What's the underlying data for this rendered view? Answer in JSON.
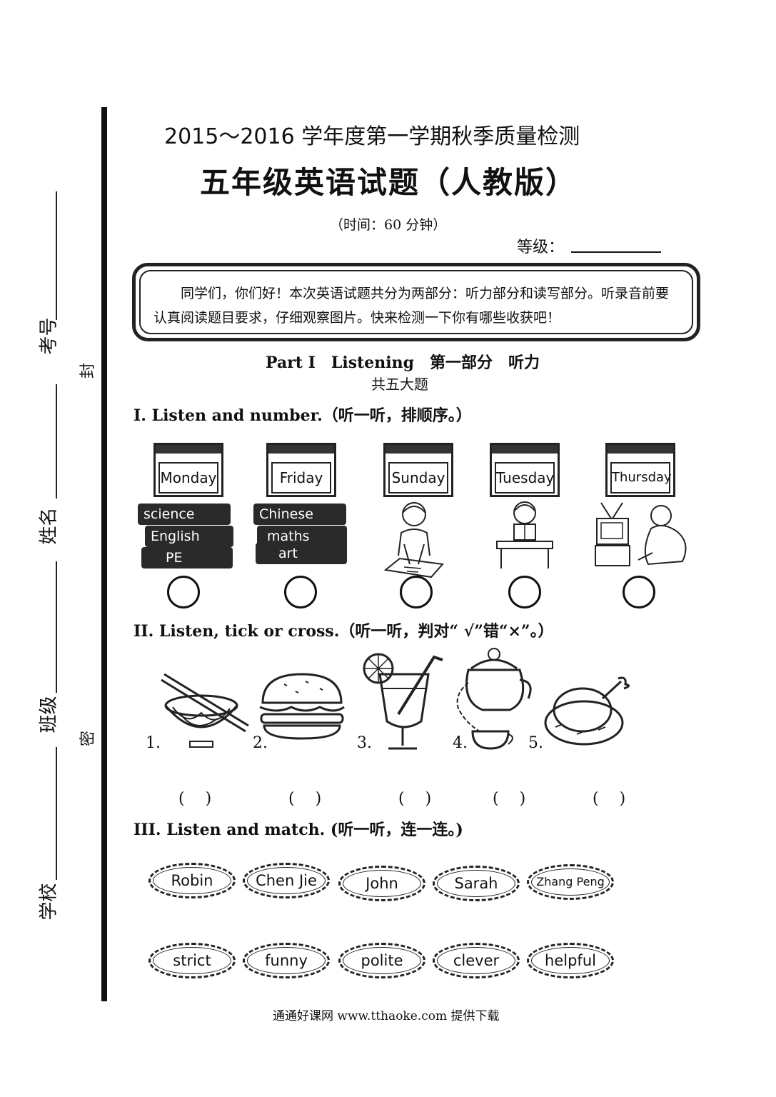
{
  "margin_labels": {
    "exam_no": "考号",
    "name": "姓名",
    "class": "班级",
    "school": "学校",
    "seal": "封",
    "secret": "密"
  },
  "header": {
    "title_line1": "2015～2016 学年度第一学期秋季质量检测",
    "title_line2": "五年级英语试题（人教版）",
    "time": "（时间：60 分钟）",
    "grade_label": "等级："
  },
  "notice": "同学们，你们好！本次英语试题共分为两部分：听力部分和读写部分。听录音前要认真阅读题目要求，仔细观察图片。快来检测一下你有哪些收获吧！",
  "part": {
    "title": "Part I　Listening　第一部分　听力",
    "count": "共五大题"
  },
  "section1": {
    "title": "I. Listen and number.（听一听，排顺序。）",
    "items": [
      {
        "day": "Monday",
        "books": [
          "science",
          "English",
          "PE"
        ]
      },
      {
        "day": "Friday",
        "books": [
          "Chinese",
          "maths",
          "art"
        ]
      },
      {
        "day": "Sunday",
        "scene": "boy-drawing"
      },
      {
        "day": "Tuesday",
        "scene": "boy-reading"
      },
      {
        "day": "Thursday",
        "scene": "tv-watching"
      }
    ]
  },
  "section2": {
    "title": "II. Listen, tick or cross.（听一听，判对“ √”错“×”。）",
    "items": [
      {
        "num": "1.",
        "icon": "noodles-icon"
      },
      {
        "num": "2.",
        "icon": "hamburger-icon"
      },
      {
        "num": "3.",
        "icon": "juice-icon"
      },
      {
        "num": "4.",
        "icon": "tea-icon"
      },
      {
        "num": "5.",
        "icon": "chicken-icon"
      }
    ],
    "paren": "(　 )"
  },
  "section3": {
    "title": "III. Listen and match. (听一听，连一连。)",
    "names": [
      "Robin",
      "Chen Jie",
      "John",
      "Sarah",
      "Zhang Peng"
    ],
    "traits": [
      "strict",
      "funny",
      "polite",
      "clever",
      "helpful"
    ]
  },
  "footer": "通通好课网 www.tthaoke.com 提供下载"
}
